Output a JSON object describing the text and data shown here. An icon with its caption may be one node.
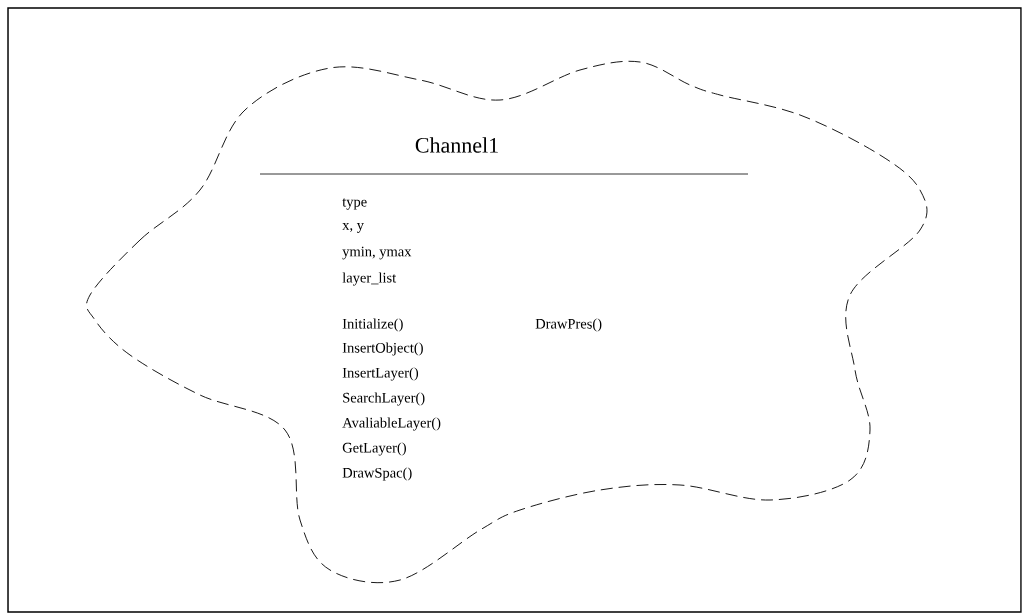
{
  "diagram": {
    "nodes": [
      {
        "text": [
          "Channel1",
          "type",
          "x, y",
          "ymin, ymax",
          "layer_list",
          "Initialize()",
          "InsertObject()",
          "InsertLayer()",
          "SearchLayer()",
          "AvaliableLayer()",
          "GetLayer()",
          "DrawSpac()",
          "DrawPres()"
        ]
      }
    ]
  }
}
